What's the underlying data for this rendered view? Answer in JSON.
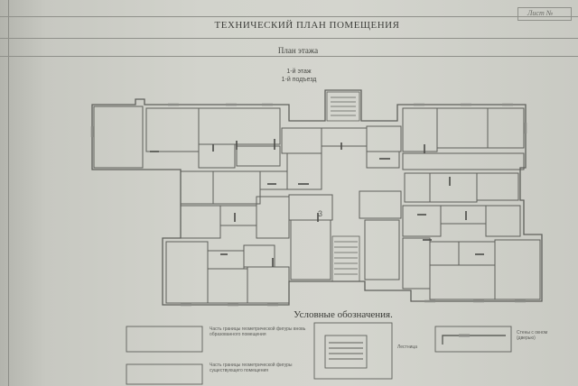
{
  "header": {
    "title": "ТЕХНИЧЕСКИЙ ПЛАН ПОМЕЩЕНИЯ",
    "subtitle": "План этажа",
    "sheet_label": "Лист №"
  },
  "plan": {
    "floor_label": "1-й этаж",
    "entrance_label": "1-й подъезд",
    "room_number": "3"
  },
  "legend": {
    "title": "Условные обозначения.",
    "items": [
      {
        "text": "Часть границы геометрической фигуры вновь образованного помещения"
      },
      {
        "text": "Часть границы геометрической фигуры существующего помещения"
      },
      {
        "text": "Лестница"
      },
      {
        "text": "Стены с окном (дверью)"
      }
    ]
  },
  "colors": {
    "paper": "#d2d3cc",
    "lines": "#5a5b57",
    "text": "#3f403c"
  }
}
